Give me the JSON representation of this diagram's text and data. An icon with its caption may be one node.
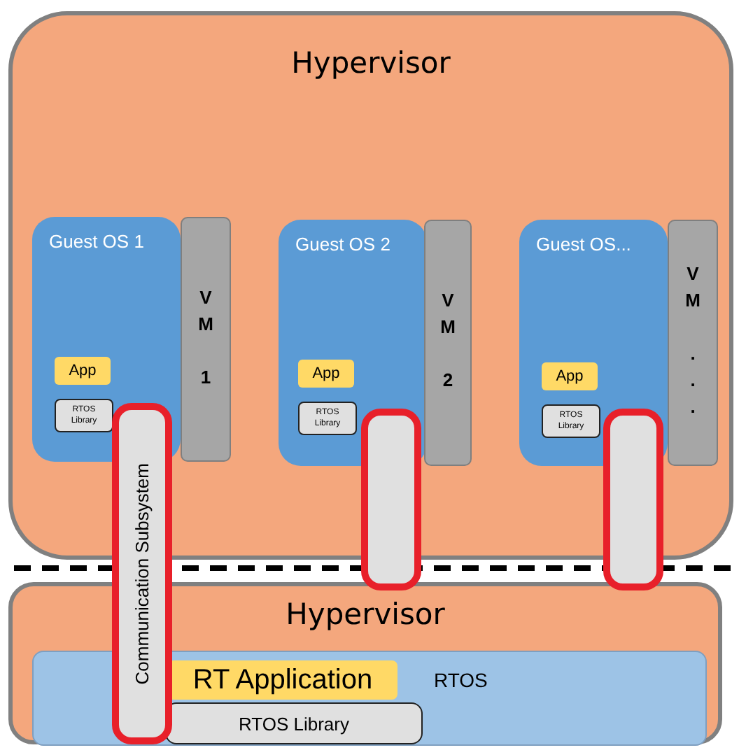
{
  "diagram": {
    "nodes": [
      {
        "text": [
          "Hypervisor"
        ]
      },
      {
        "text": [
          "Guest OS 1"
        ],
        "in": 0
      },
      {
        "text": [
          "App"
        ],
        "in": 1
      },
      {
        "text": [
          "RTOS Library"
        ],
        "in": 1
      },
      {
        "text": [
          "VM 1"
        ],
        "in": 0
      },
      {
        "text": [
          "Guest OS 2"
        ],
        "in": 0
      },
      {
        "text": [
          "App"
        ],
        "in": 5
      },
      {
        "text": [
          "RTOS Library"
        ],
        "in": 5
      },
      {
        "text": [
          "VM 2"
        ],
        "in": 0
      },
      {
        "text": [
          "Guest OS..."
        ],
        "in": 0
      },
      {
        "text": [
          "App"
        ],
        "in": 9
      },
      {
        "text": [
          "RTOS Library"
        ],
        "in": 9
      },
      {
        "text": [
          "VM ..."
        ],
        "in": 0
      },
      {
        "text": [
          "Communication Subsystem"
        ]
      },
      {
        "text": [],
        "shape": "bar"
      },
      {
        "text": [],
        "shape": "bar"
      },
      {
        "text": [
          "Hypervisor"
        ]
      },
      {
        "text": [
          "RTOS"
        ],
        "in": 16
      },
      {
        "text": [
          "RT Application"
        ],
        "in": 17
      },
      {
        "text": [
          "RTOS Library"
        ],
        "in": 17
      }
    ],
    "edges": []
  }
}
